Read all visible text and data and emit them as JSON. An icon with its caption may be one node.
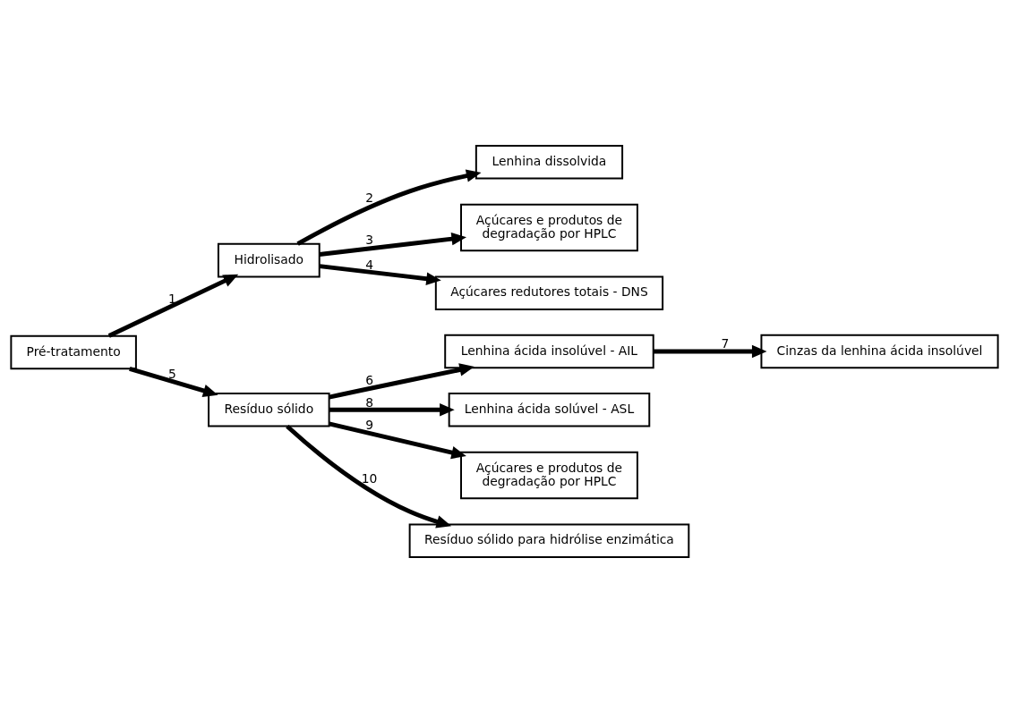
{
  "diagram": {
    "nodes": [
      {
        "text": [
          "Pré-tratamento"
        ]
      },
      {
        "text": [
          "Hidrolisado"
        ]
      },
      {
        "text": [
          "Lenhina dissolvida"
        ]
      },
      {
        "text": [
          "Açúcares e produtos de degradação por HPLC"
        ]
      },
      {
        "text": [
          "Açúcares redutores totais - DNS"
        ]
      },
      {
        "text": [
          "Resíduo sólido"
        ]
      },
      {
        "text": [
          "Lenhina ácida insolúvel - AIL"
        ]
      },
      {
        "text": [
          "Cinzas da lenhina ácida insolúvel"
        ]
      },
      {
        "text": [
          "Lenhina ácida solúvel - ASL"
        ]
      },
      {
        "text": [
          "Açúcares e produtos de degradação por HPLC"
        ]
      },
      {
        "text": [
          "Resíduo sólido para hidrólise enzimática"
        ]
      }
    ],
    "edges": [
      {
        "from": 0,
        "to": 1,
        "arrow": "to",
        "label": "1"
      },
      {
        "from": 1,
        "to": 2,
        "arrow": "to",
        "label": "2"
      },
      {
        "from": 1,
        "to": 3,
        "arrow": "to",
        "label": "3"
      },
      {
        "from": 1,
        "to": 4,
        "arrow": "to",
        "label": "4"
      },
      {
        "from": 0,
        "to": 5,
        "arrow": "to",
        "label": "5"
      },
      {
        "from": 5,
        "to": 6,
        "arrow": "to",
        "label": "6"
      },
      {
        "from": 6,
        "to": 7,
        "arrow": "to",
        "label": "7"
      },
      {
        "from": 5,
        "to": 8,
        "arrow": "to",
        "label": "8"
      },
      {
        "from": 5,
        "to": 9,
        "arrow": "to",
        "label": "9"
      },
      {
        "from": 5,
        "to": 10,
        "arrow": "to",
        "label": "10"
      }
    ]
  }
}
